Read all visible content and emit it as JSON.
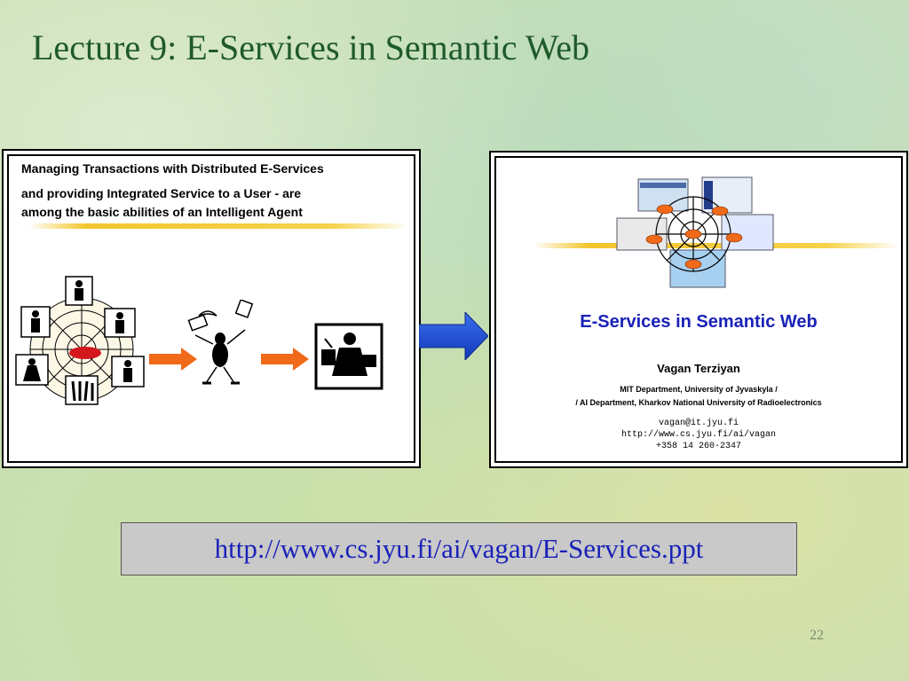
{
  "slide": {
    "title": "Lecture 9: E-Services in Semantic Web",
    "page_number": "22",
    "url": "http://www.cs.jyu.fi/ai/vagan/E-Services.ppt"
  },
  "left_thumbnail": {
    "line1": "Managing Transactions with Distributed E-Services",
    "line2": "and providing Integrated Service to a User -  are",
    "line3": "among the basic abilities of an Intelligent Agent"
  },
  "right_thumbnail": {
    "heading": "E-Services in Semantic Web",
    "author": "Vagan Terziyan",
    "affiliation1": "MIT Department, University of Jyvaskyla /",
    "affiliation2": "/ AI Department, Kharkov National University of Radioelectronics",
    "email": "vagan@it.jyu.fi",
    "web": "http://www.cs.jyu.fi/ai/vagan",
    "phone": "+358 14 260-2347"
  },
  "colors": {
    "title": "#1f5a2a",
    "accent_blue": "#1a22b8",
    "arrow_orange": "#f06a1a",
    "arrow_blue": "#1a4fd0",
    "highlight_yellow": "#f3c62e"
  }
}
